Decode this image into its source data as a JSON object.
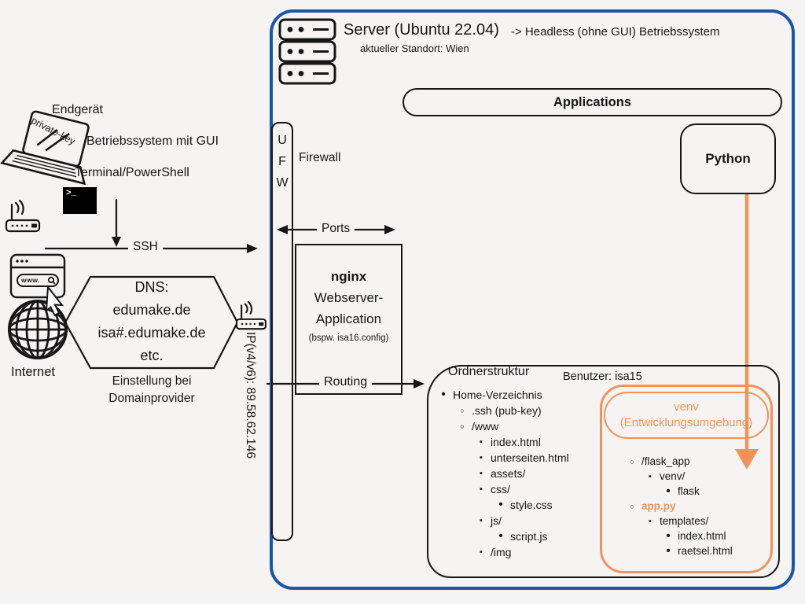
{
  "colors": {
    "accent_blue": "#1b55a9",
    "accent_orange": "#f0935a"
  },
  "client": {
    "title": "Endgerät",
    "private_key": "private-key",
    "os_label": "Betriebssystem mit GUI",
    "terminal_label": "Terminal/PowerShell",
    "terminal_prompt": ">_"
  },
  "connections": {
    "ssh": "SSH",
    "ports": "Ports",
    "routing": "Routing"
  },
  "internet": {
    "label": "Internet",
    "browser_text": "www."
  },
  "dns": {
    "line1": "DNS:",
    "line2": "edumake.de",
    "line3": "isa#.edumake.de",
    "line4": "etc.",
    "caption1": "Einstellung bei",
    "caption2": "Domainprovider"
  },
  "ip": {
    "label": "IP(v4/v6): 89.58.62.146"
  },
  "server": {
    "title": "Server (Ubuntu 22.04)",
    "subtitle": "-> Headless (ohne GUI) Betriebssystem",
    "location": "aktueller Standort: Wien",
    "applications_label": "Applications",
    "python_label": "Python",
    "ufw": {
      "u": "U",
      "f": "F",
      "w": "W",
      "label": "Firewall"
    },
    "nginx": {
      "name": "nginx",
      "line2": "Webserver-",
      "line3": "Application",
      "note": "(bspw. isa16.config)"
    }
  },
  "ordner": {
    "title": "Ordnerstruktur",
    "user": "Benutzer: isa15",
    "items": [
      {
        "label": "Home-Verzeichnis"
      },
      {
        "label": ".ssh (pub-key)"
      },
      {
        "label": "/www"
      },
      {
        "label": "index.html"
      },
      {
        "label": "unterseiten.html"
      },
      {
        "label": "assets/"
      },
      {
        "label": "css/"
      },
      {
        "label": "style.css"
      },
      {
        "label": "js/"
      },
      {
        "label": "script.js"
      },
      {
        "label": "/img"
      }
    ]
  },
  "venv": {
    "title": "venv",
    "subtitle": "(Entwicklungsumgebung)",
    "items": [
      {
        "label": "/flask_app"
      },
      {
        "label": "venv/"
      },
      {
        "label": "flask"
      },
      {
        "label": "app.py"
      },
      {
        "label": "templates/"
      },
      {
        "label": "index.html"
      },
      {
        "label": "raetsel.html"
      }
    ]
  }
}
